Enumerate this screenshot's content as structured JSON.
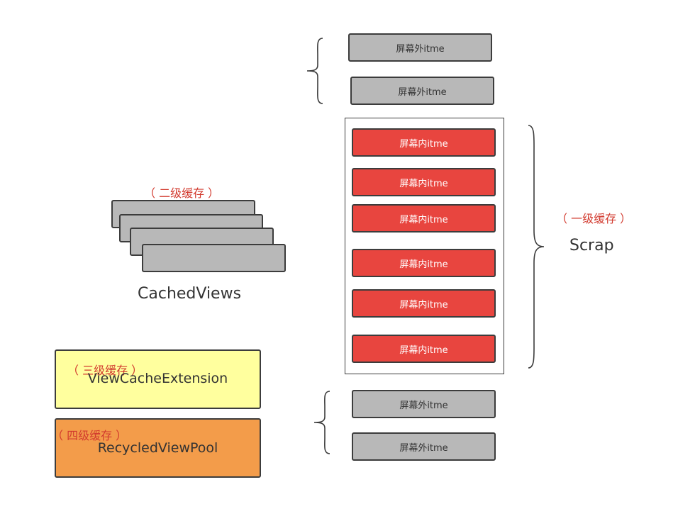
{
  "offscreen_item_label": "屏幕外itme",
  "onscreen_item_label": "屏幕内itme",
  "scrap": {
    "level_label": "（ 一级缓存 ）",
    "name": "Scrap"
  },
  "cached_views": {
    "level_label": "（ 二级缓存 ）",
    "name": "CachedViews"
  },
  "view_cache_extension": {
    "level_label": "（ 三级缓存 ）",
    "name": "ViewCacheExtension"
  },
  "recycled_view_pool": {
    "level_label": "（ 四级缓存 ）",
    "name": "RecycledViewPool"
  },
  "colors": {
    "gray_item": "#b8b8b8",
    "red_item": "#e8453f",
    "level_label": "#d23a2e",
    "view_cache_extension_fill": "#ffff9e",
    "recycled_view_pool_fill": "#f39c4a",
    "outline": "#3c3c3c"
  }
}
